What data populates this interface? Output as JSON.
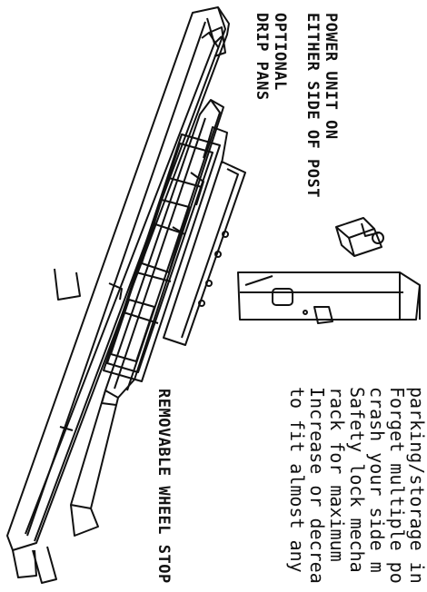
{
  "labels": {
    "power_unit_line1": "POWER UNIT ON",
    "power_unit_line2": "EITHER SIDE OF POST",
    "drip_pans_line1": "OPTIONAL",
    "drip_pans_line2": "DRIP PANS",
    "wheel_stop": "REMOVABLE WHEEL STOP"
  },
  "body_lines": [
    "parking/storage in",
    "Forget multiple po",
    "crash your side m",
    "Safety lock mecha",
    "rack for maximum",
    "Increase or decrea",
    "to fit almost any"
  ],
  "colors": {
    "line": "#111111",
    "background": "#ffffff"
  }
}
